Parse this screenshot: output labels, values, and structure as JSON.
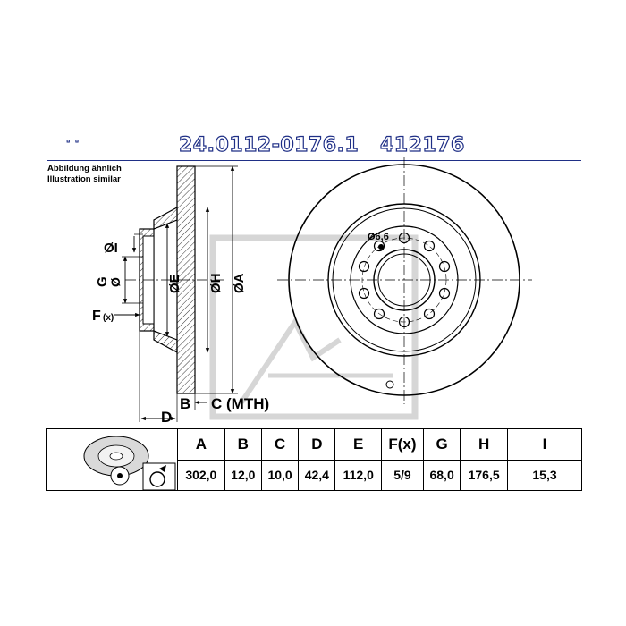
{
  "header": {
    "mark": "· ·",
    "part_number": "24.0112-0176.1",
    "ref_number": "412176"
  },
  "notes": {
    "line1": "Abbildung ähnlich",
    "line2": "Illustration similar"
  },
  "drawing": {
    "labels": {
      "I": "ØI",
      "G": "G",
      "G_sym": "Ø",
      "F": "F",
      "F_sub": "(x)",
      "E": "ØE",
      "H": "ØH",
      "A": "ØA",
      "B": "B",
      "C": "C (MTH)",
      "D": "D",
      "hole": "Ø6,6"
    }
  },
  "table": {
    "headers": [
      "A",
      "B",
      "C",
      "D",
      "E",
      "F(x)",
      "G",
      "H",
      "I"
    ],
    "values": [
      "302,0",
      "12,0",
      "10,0",
      "42,4",
      "112,0",
      "5/9",
      "68,0",
      "176,5",
      "15,3"
    ]
  }
}
